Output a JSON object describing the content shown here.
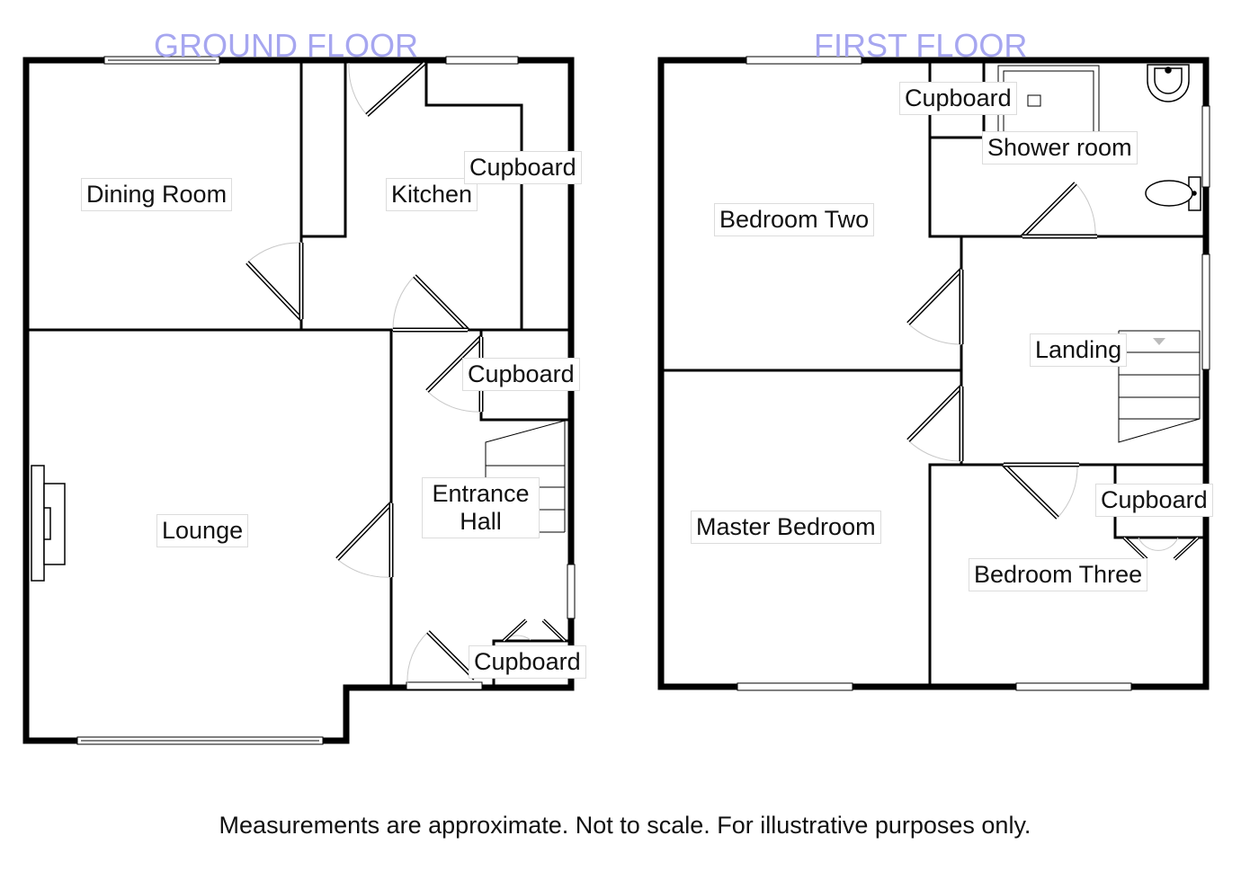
{
  "floors": [
    {
      "title": "GROUND FLOOR"
    },
    {
      "title": "FIRST FLOOR"
    }
  ],
  "rooms": {
    "dining_room": "Dining Room",
    "kitchen": "Kitchen",
    "kitchen_cupboard": "Cupboard",
    "hall_cupboard_upper": "Cupboard",
    "entrance_hall": "Entrance Hall",
    "lounge": "Lounge",
    "hall_cupboard_lower": "Cupboard",
    "first_cupboard_top": "Cupboard",
    "shower_room": "Shower room",
    "bedroom_two": "Bedroom Two",
    "landing": "Landing",
    "master_bedroom": "Master Bedroom",
    "bedroom_three_cupboard": "Cupboard",
    "bedroom_three": "Bedroom Three"
  },
  "footer": {
    "disclaimer": "Measurements are approximate. Not to scale. For illustrative purposes only."
  },
  "colors": {
    "wall": "#000000",
    "title": "#a6a6f0",
    "door_arc": "#c8c8c8"
  }
}
